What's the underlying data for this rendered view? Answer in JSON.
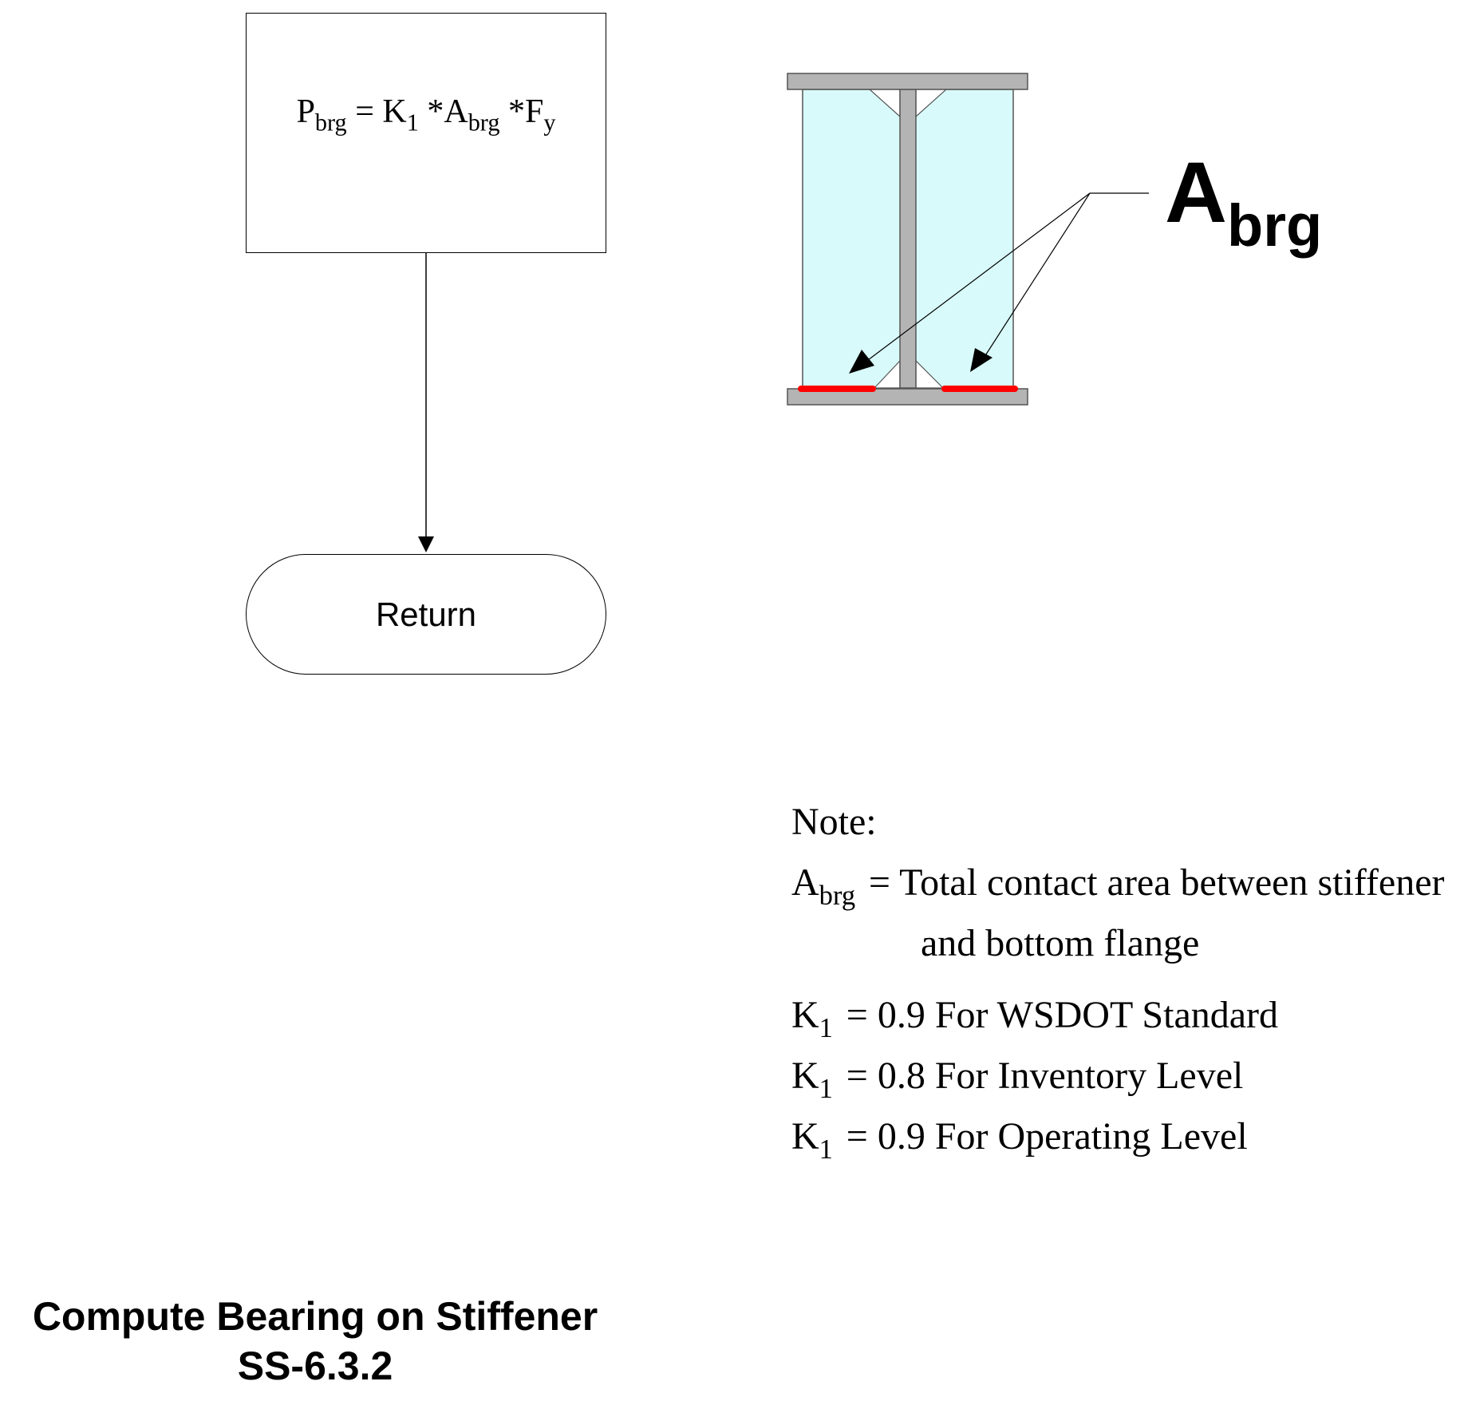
{
  "flowchart": {
    "formula": {
      "lhs": "P",
      "lhs_sub": "brg",
      "eq": "=",
      "k": "K",
      "k_sub": "1",
      "times1": "*",
      "a": "A",
      "a_sub": "brg",
      "times2": "*",
      "f": "F",
      "f_sub": "y"
    },
    "terminal_label": "Return"
  },
  "figure": {
    "label_main": "A",
    "label_sub": "brg",
    "colors": {
      "stiffener_fill": "#d8fafa",
      "steel_gray": "#b4b4b4",
      "bearing_contact_red": "#ff0000"
    }
  },
  "note": {
    "heading": "Note:",
    "abrg_symbol": "A",
    "abrg_sub": "brg",
    "abrg_def_line1": "= Total contact area between stiffener",
    "abrg_def_line2": "and bottom flange",
    "k_lines": [
      {
        "symbol": "K",
        "sub": "1",
        "text": "= 0.9 For WSDOT Standard"
      },
      {
        "symbol": "K",
        "sub": "1",
        "text": "= 0.8 For Inventory Level"
      },
      {
        "symbol": "K",
        "sub": "1",
        "text": "= 0.9 For Operating Level"
      }
    ]
  },
  "title": {
    "line1": "Compute Bearing on Stiffener",
    "line2": "SS-6.3.2"
  }
}
